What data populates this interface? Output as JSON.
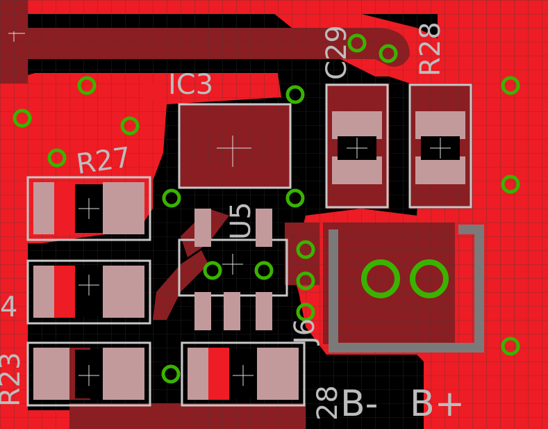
{
  "colors": {
    "copper_top": "#ee1c24",
    "copper_dark": "#8b1e22",
    "pad": "#c39a9c",
    "silk": "#c8c8c8",
    "via": "#3ab300",
    "grid": "#3a3a3a",
    "background": "#000000"
  },
  "labels": {
    "ic3": "IC3",
    "r27": "R27",
    "u5": "U5",
    "c29": "C29",
    "r28": "R28",
    "j6": "J6",
    "r23": "R23",
    "b_minus": "B-",
    "b_plus": "B+",
    "p28": "28",
    "left_4": "4"
  }
}
